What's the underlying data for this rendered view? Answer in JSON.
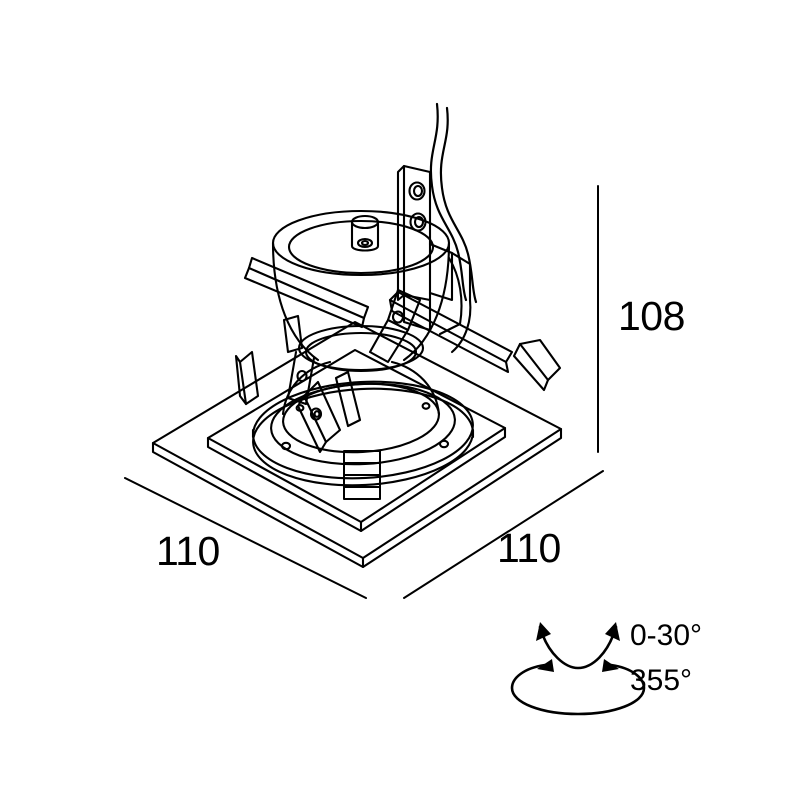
{
  "drawing": {
    "kind": "technical-product-drawing",
    "subject": "square recessed adjustable gimbal downlight",
    "projection": "isometric line art",
    "background_color": "#ffffff",
    "line_color": "#000000"
  },
  "dimensions": {
    "width_label": "110",
    "depth_label": "110",
    "height_label": "108"
  },
  "adjustment": {
    "tilt_label": "0-30°",
    "rotation_label": "355°"
  },
  "icons": {
    "tilt": "tilt-arc-double-arrow-icon",
    "rotation": "rotation-ellipse-double-arrow-icon"
  }
}
